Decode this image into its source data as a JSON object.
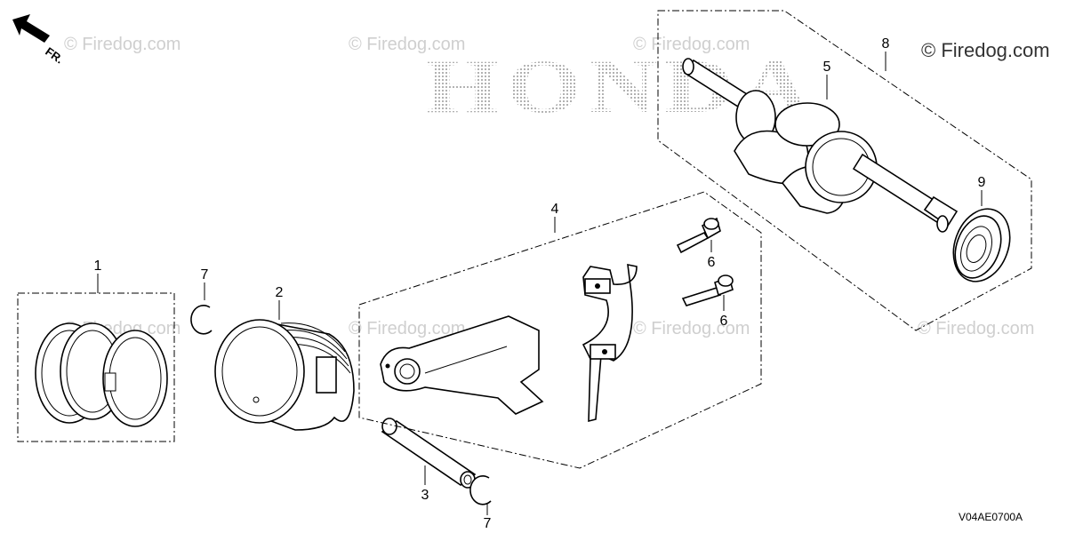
{
  "watermark": {
    "text": "© Firedog.com",
    "brand_logo": "HONDA"
  },
  "direction_indicator": {
    "label": "FR.",
    "icon": "forward-arrow-icon"
  },
  "diagram_code": "V04AE0700A",
  "callouts": {
    "c1": "1",
    "c2": "2",
    "c3": "3",
    "c4": "4",
    "c5": "5",
    "c6a": "6",
    "c6b": "6",
    "c7a": "7",
    "c7b": "7",
    "c8": "8",
    "c9": "9"
  }
}
